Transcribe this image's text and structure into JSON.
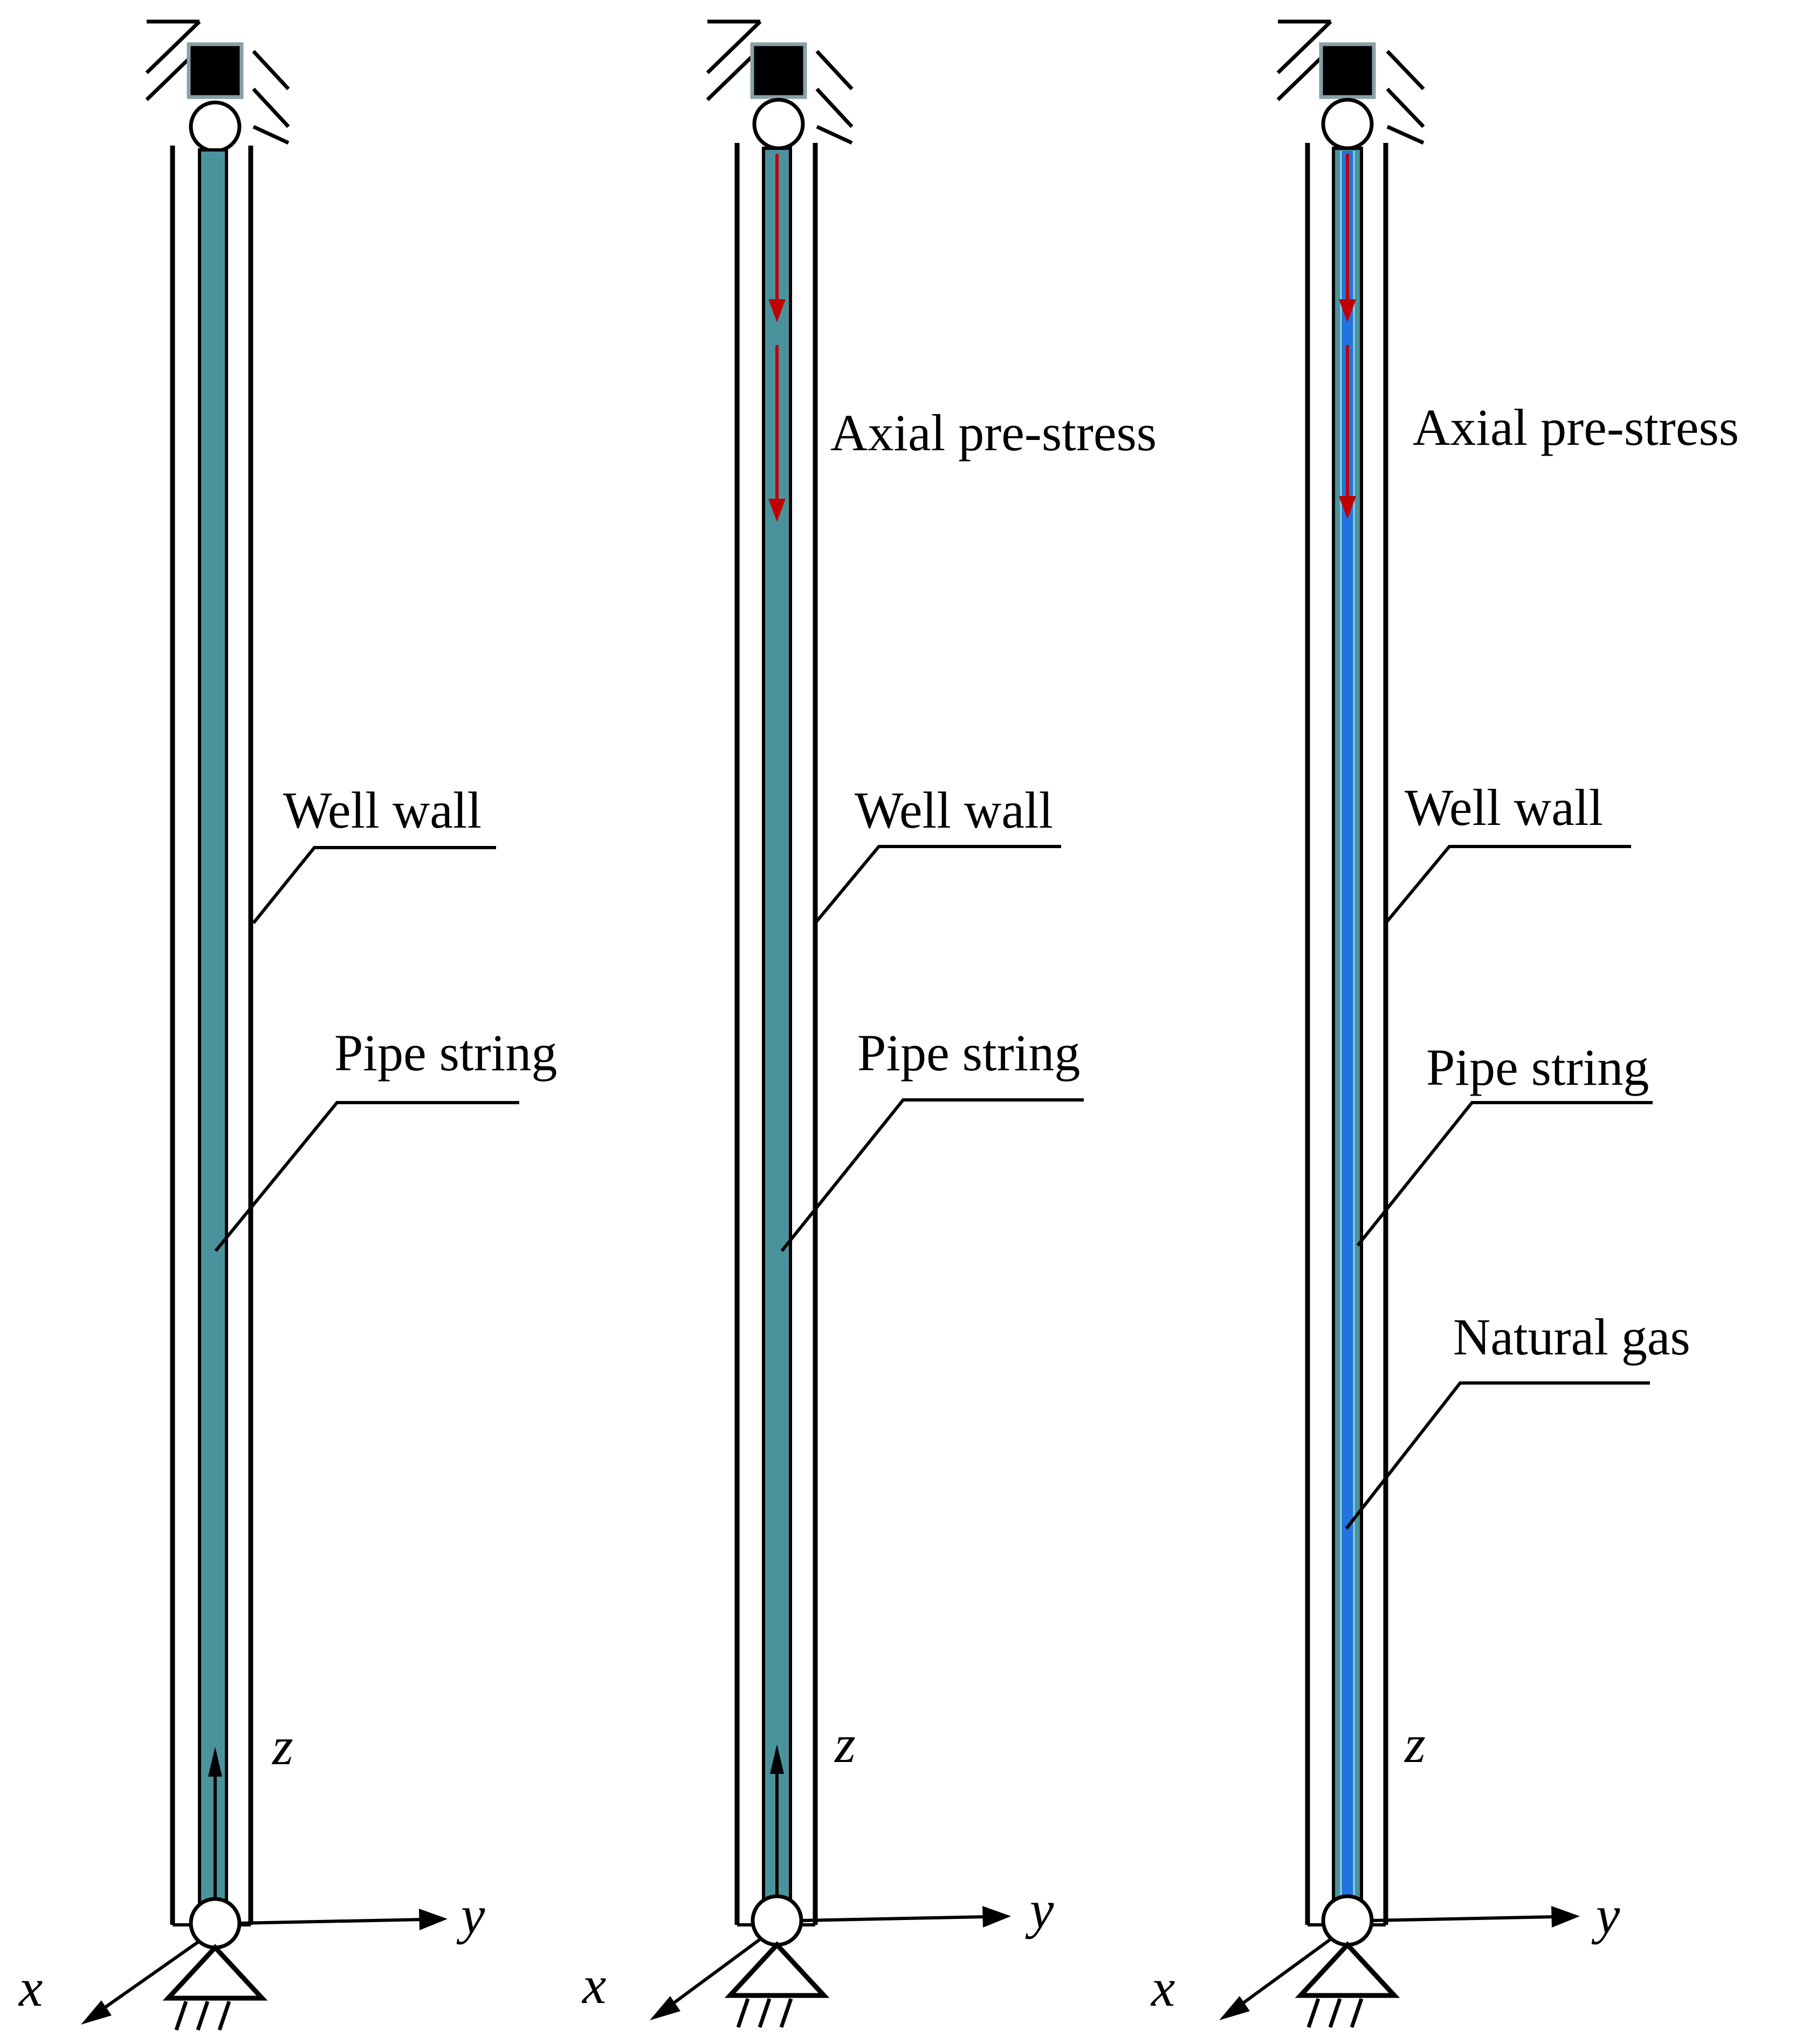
{
  "colors": {
    "pipe": "#4a939c",
    "gas": "#2273e0",
    "gas_edge": "#8fd7e8",
    "arrow_red": "#c00000",
    "line": "#000000",
    "block_border": "#8aa0a8"
  },
  "panels": [
    {
      "id": "panel-1",
      "labels": {
        "well_wall": "Well wall",
        "pipe_string": "Pipe string"
      },
      "axes": {
        "z": "z",
        "y": "y",
        "x": "x"
      }
    },
    {
      "id": "panel-2",
      "labels": {
        "axial_prestress": "Axial pre-stress",
        "well_wall": "Well wall",
        "pipe_string": "Pipe string"
      },
      "axes": {
        "z": "z",
        "y": "y",
        "x": "x"
      }
    },
    {
      "id": "panel-3",
      "labels": {
        "axial_prestress": "Axial pre-stress",
        "well_wall": "Well wall",
        "pipe_string": "Pipe string",
        "natural_gas": "Natural gas"
      },
      "axes": {
        "z": "z",
        "y": "y",
        "x": "x"
      }
    }
  ]
}
